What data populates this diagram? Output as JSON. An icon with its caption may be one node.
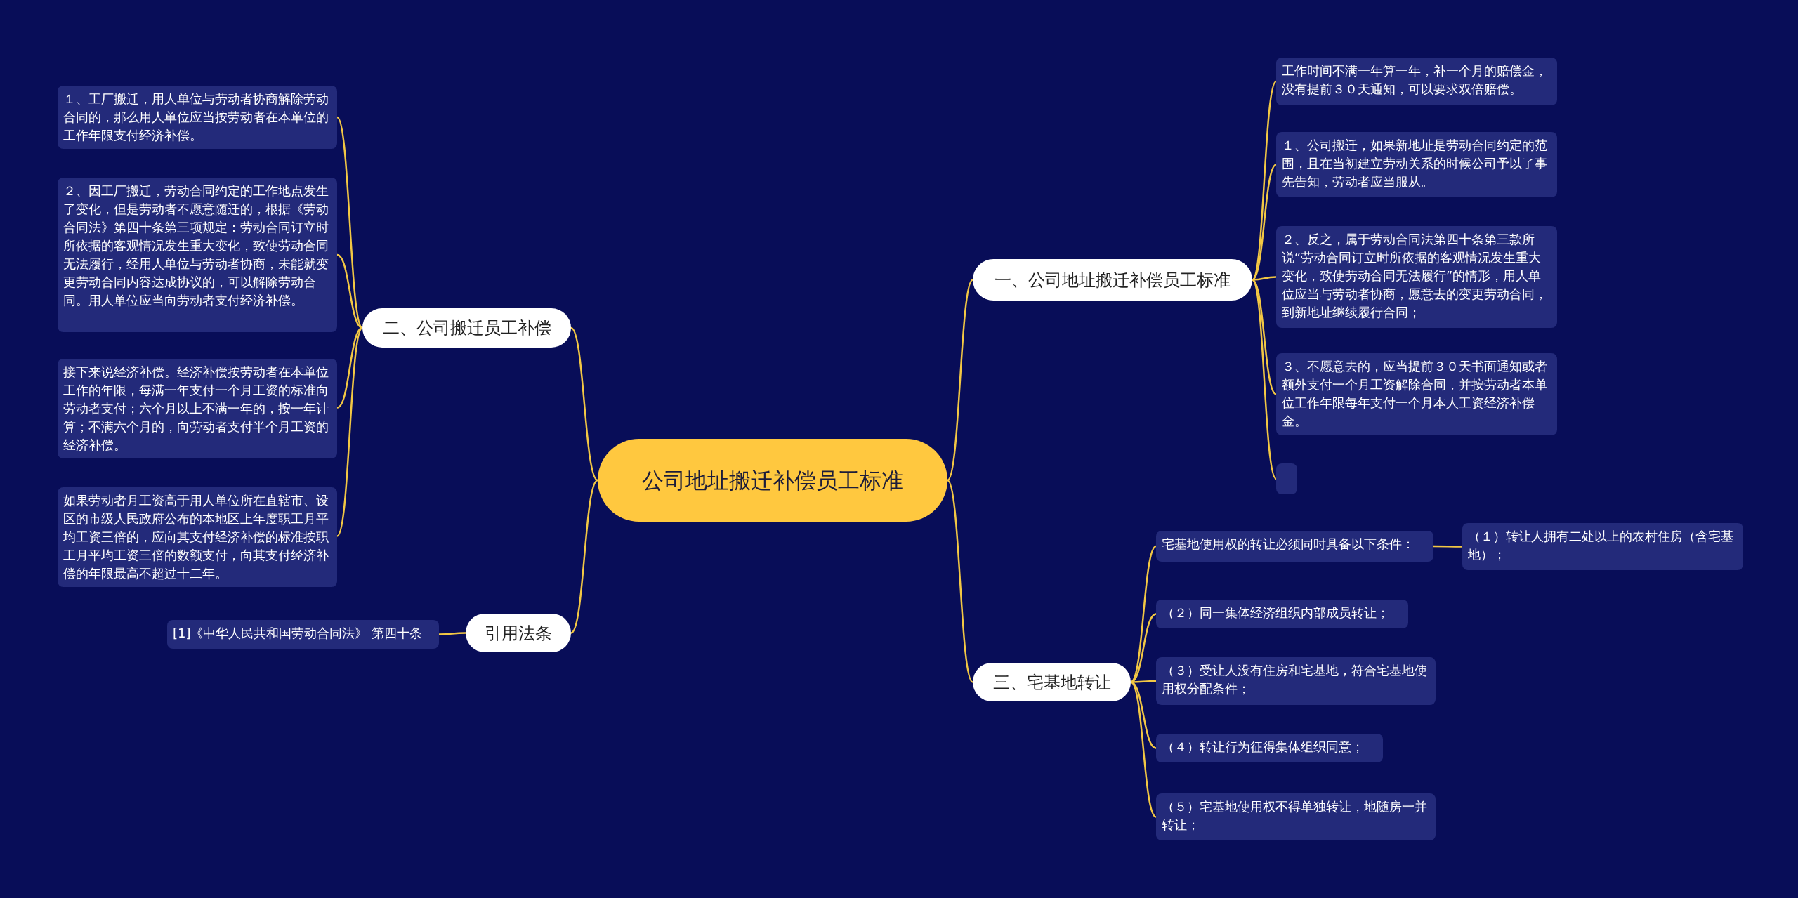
{
  "diagram": {
    "nodes": [
      {
        "text": [
          "公司地址搬迁补偿员工标准"
        ]
      },
      {
        "text": [
          "一、公司地址搬迁补偿员工标准"
        ]
      },
      {
        "text": [
          "工作时间不满一年算一年，补一个月的赔偿金，没有提前３０天通知，可以要求双倍赔偿。"
        ]
      },
      {
        "text": [
          "１、公司搬迁，如果新地址是劳动合同约定的范围，且在当初建立劳动关系的时候公司予以了事先告知，劳动者应当服从。"
        ]
      },
      {
        "text": [
          "２、反之，属于劳动合同法第四十条第三款所说“劳动合同订立时所依据的客观情况发生重大变化，致使劳动合同无法履行”的情形，用人单位应当与劳动者协商，愿意去的变更劳动合同，到新地址继续履行合同；"
        ]
      },
      {
        "text": [
          "３、不愿意去的，应当提前３０天书面通知或者额外支付一个月工资解除合同，并按劳动者本单位工作年限每年支付一个月本人工资经济补偿金。"
        ]
      },
      {
        "text": [],
        "shape": "box"
      },
      {
        "text": [
          "二、公司搬迁员工补偿"
        ]
      },
      {
        "text": [
          "１、工厂搬迁，用人单位与劳动者协商解除劳动合同的，那么用人单位应当按劳动者在本单位的工作年限支付经济补偿。"
        ]
      },
      {
        "text": [
          "２、因工厂搬迁，劳动合同约定的工作地点发生了变化，但是劳动者不愿意随迁的，根据《劳动合同法》第四十条第三项规定：劳动合同订立时所依据的客观情况发生重大变化，致使劳动合同无法履行，经用人单位与劳动者协商，未能就变更劳动合同内容达成协议的，可以解除劳动合同。用人单位应当向劳动者支付经济补偿。"
        ]
      },
      {
        "text": [
          "接下来说经济补偿。经济补偿按劳动者在本单位工作的年限，每满一年支付一个月工资的标准向劳动者支付；六个月以上不满一年的，按一年计算；不满六个月的，向劳动者支付半个月工资的经济补偿。"
        ]
      },
      {
        "text": [
          "如果劳动者月工资高于用人单位所在直辖市、设区的市级人民政府公布的本地区上年度职工月平均工资三倍的，应向其支付经济补偿的标准按职工月平均工资三倍的数额支付，向其支付经济补偿的年限最高不超过十二年。"
        ]
      },
      {
        "text": [
          "三、宅基地转让"
        ]
      },
      {
        "text": [
          "宅基地使用权的转让必须同时具备以下条件："
        ]
      },
      {
        "text": [
          "（１）转让人拥有二处以上的农村住房（含宅基地）；"
        ]
      },
      {
        "text": [
          "（２）同一集体经济组织内部成员转让；"
        ]
      },
      {
        "text": [
          "（３）受让人没有住房和宅基地，符合宅基地使用权分配条件；"
        ]
      },
      {
        "text": [
          "（４）转让行为征得集体组织同意；"
        ]
      },
      {
        "text": [
          "（５）宅基地使用权不得单独转让，地随房一并转让；"
        ]
      },
      {
        "text": [
          "引用法条"
        ]
      },
      {
        "text": [
          "[1]《中华人民共和国劳动合同法》 第四十条"
        ]
      }
    ],
    "edges": [
      {
        "from": 0,
        "to": 1,
        "arrow": "none"
      },
      {
        "from": 1,
        "to": 2,
        "arrow": "none"
      },
      {
        "from": 1,
        "to": 3,
        "arrow": "none"
      },
      {
        "from": 1,
        "to": 4,
        "arrow": "none"
      },
      {
        "from": 1,
        "to": 5,
        "arrow": "none"
      },
      {
        "from": 1,
        "to": 6,
        "arrow": "none"
      },
      {
        "from": 0,
        "to": 7,
        "arrow": "none"
      },
      {
        "from": 7,
        "to": 8,
        "arrow": "none"
      },
      {
        "from": 7,
        "to": 9,
        "arrow": "none"
      },
      {
        "from": 7,
        "to": 10,
        "arrow": "none"
      },
      {
        "from": 7,
        "to": 11,
        "arrow": "none"
      },
      {
        "from": 0,
        "to": 12,
        "arrow": "none"
      },
      {
        "from": 12,
        "to": 13,
        "arrow": "none"
      },
      {
        "from": 13,
        "to": 14,
        "arrow": "none"
      },
      {
        "from": 12,
        "to": 15,
        "arrow": "none"
      },
      {
        "from": 12,
        "to": 16,
        "arrow": "none"
      },
      {
        "from": 12,
        "to": 17,
        "arrow": "none"
      },
      {
        "from": 12,
        "to": 18,
        "arrow": "none"
      },
      {
        "from": 0,
        "to": 19,
        "arrow": "none"
      },
      {
        "from": 19,
        "to": 20,
        "arrow": "none"
      }
    ]
  }
}
